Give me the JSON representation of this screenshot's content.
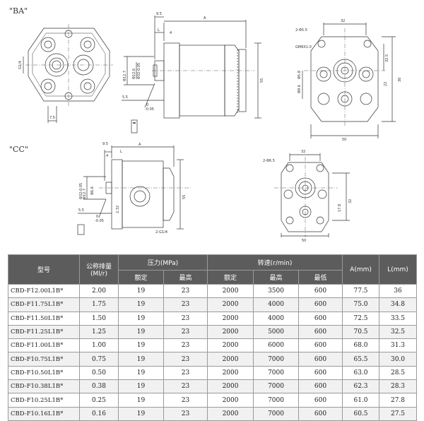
{
  "sections": {
    "ba": "\"BA\"",
    "cc": "\"CC\""
  },
  "dims": {
    "ba_front": {
      "side": "G1/4",
      "bottom": "7.5"
    },
    "ba_side": {
      "top_small": "9.5",
      "a": "A",
      "l": "L",
      "four": "4",
      "d_shaft": "Φ12.7",
      "d_inner": "Φ12.6",
      "d_flange": "Φ32-0.05",
      "len": "55",
      "five": "5.5",
      "tol_top": "0",
      "tol_bot": "-0.05"
    },
    "ba_rear": {
      "holes": "2-Φ5.5",
      "w": "32",
      "gm": "GM6X1.0",
      "h": "32.5",
      "h2": "30",
      "h3": "22",
      "phi": "Φ9.6",
      "phi2": "Φ5.8",
      "bw": "50"
    },
    "cc_side": {
      "top_small": "9.5",
      "a": "A",
      "l": "L",
      "four": "4",
      "d_shaft": "Φ12.7",
      "d_inner": "Φ6.6",
      "d_flange": "Φ32-0.05",
      "len": "55",
      "five": "5.5",
      "m": "2.32",
      "port": "2-G1/4",
      "tol_top": "0",
      "tol_bot": "-0.05"
    },
    "cc_rear": {
      "holes": "2-Φ6.5",
      "w": "32",
      "h": "32",
      "h2": "17.8",
      "bw": "50"
    }
  },
  "table": {
    "headers": {
      "model": "型号",
      "disp": "公称排量",
      "disp_unit": "(Ml/r)",
      "pressure": "压力(MPa)",
      "p_rated": "额定",
      "p_max": "最高",
      "speed": "转速(r/min)",
      "s_rated": "额定",
      "s_max": "最高",
      "s_min": "最低",
      "a": "A(mm)",
      "l": "L(mm)"
    },
    "rows": [
      {
        "model": "CBD-F12.00L1B*",
        "disp": "2.00",
        "p_rated": "19",
        "p_max": "23",
        "s_rated": "2000",
        "s_max": "3500",
        "s_min": "600",
        "a": "77.5",
        "l": "36"
      },
      {
        "model": "CBD-F11.75L1B*",
        "disp": "1.75",
        "p_rated": "19",
        "p_max": "23",
        "s_rated": "2000",
        "s_max": "4000",
        "s_min": "600",
        "a": "75.0",
        "l": "34.8"
      },
      {
        "model": "CBD-F11.50L1B*",
        "disp": "1.50",
        "p_rated": "19",
        "p_max": "23",
        "s_rated": "2000",
        "s_max": "4000",
        "s_min": "600",
        "a": "72.5",
        "l": "33.5"
      },
      {
        "model": "CBD-F11.25L1B*",
        "disp": "1.25",
        "p_rated": "19",
        "p_max": "23",
        "s_rated": "2000",
        "s_max": "5000",
        "s_min": "600",
        "a": "70.5",
        "l": "32.5"
      },
      {
        "model": "CBD-F11.00L1B*",
        "disp": "1.00",
        "p_rated": "19",
        "p_max": "23",
        "s_rated": "2000",
        "s_max": "6000",
        "s_min": "600",
        "a": "68.0",
        "l": "31.3"
      },
      {
        "model": "CBD-F10.75L1B*",
        "disp": "0.75",
        "p_rated": "19",
        "p_max": "23",
        "s_rated": "2000",
        "s_max": "7000",
        "s_min": "600",
        "a": "65.5",
        "l": "30.0"
      },
      {
        "model": "CBD-F10.50L1B*",
        "disp": "0.50",
        "p_rated": "19",
        "p_max": "23",
        "s_rated": "2000",
        "s_max": "7000",
        "s_min": "600",
        "a": "63.0",
        "l": "28.5"
      },
      {
        "model": "CBD-F10.38L1B*",
        "disp": "0.38",
        "p_rated": "19",
        "p_max": "23",
        "s_rated": "2000",
        "s_max": "7000",
        "s_min": "600",
        "a": "62.3",
        "l": "28.3"
      },
      {
        "model": "CBD-F10.25L1B*",
        "disp": "0.25",
        "p_rated": "19",
        "p_max": "23",
        "s_rated": "2000",
        "s_max": "7000",
        "s_min": "600",
        "a": "61.0",
        "l": "27.8"
      },
      {
        "model": "CBD-F10.16L1B*",
        "disp": "0.16",
        "p_rated": "19",
        "p_max": "23",
        "s_rated": "2000",
        "s_max": "7000",
        "s_min": "600",
        "a": "60.5",
        "l": "27.5"
      }
    ]
  }
}
